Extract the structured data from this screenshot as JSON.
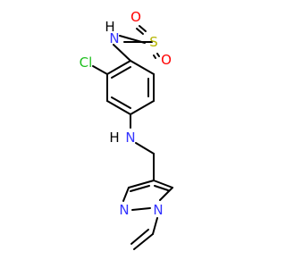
{
  "molecule": {
    "colors": {
      "bond": "#000000",
      "nitrogen": "#3333ff",
      "oxygen": "#ff0000",
      "sulfur": "#b5b500",
      "chlorine": "#1fbf1f",
      "carbon": "#000000"
    },
    "labels": {
      "sulfur": "S",
      "oxygen_top": "O",
      "oxygen_bottom": "O",
      "sulfonamide_nh": "N",
      "sulfonamide_h": "H",
      "chlorine": "Cl",
      "amine_nh": "N",
      "amine_h": "H",
      "pyrazole_n2": "N",
      "pyrazole_n1": "N"
    }
  }
}
